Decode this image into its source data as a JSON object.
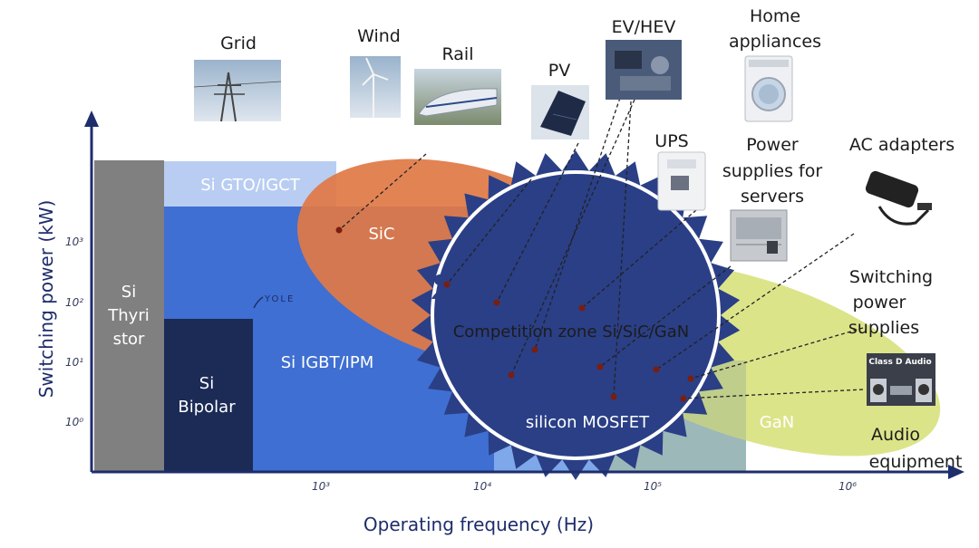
{
  "axes": {
    "x_label": "Operating frequency (Hz)",
    "y_label": "Switching power (kW)",
    "x_ticks": [
      "10³",
      "10⁴",
      "10⁵",
      "10⁶"
    ],
    "y_ticks": [
      "10³",
      "10²",
      "10¹",
      "10⁰"
    ]
  },
  "regions": {
    "thyristor": [
      "Si",
      "Thyri",
      "stor"
    ],
    "gto": "Si GTO/IGCT",
    "bipolar": [
      "Si",
      "Bipolar"
    ],
    "igbt": "Si IGBT/IPM",
    "mosfet": "silicon MOSFET",
    "sic": "SiC",
    "gan": "GaN",
    "competition": "Competition zone Si/SiC/GaN"
  },
  "logo": "YOLE",
  "applications": {
    "grid": "Grid",
    "wind": "Wind",
    "rail": "Rail",
    "pv": "PV",
    "ev": "EV/HEV",
    "home": [
      "Home",
      "appliances"
    ],
    "ups": "UPS",
    "servers": [
      "Power",
      "supplies for",
      "servers"
    ],
    "ac": "AC adapters",
    "smps": [
      "Switching",
      "power",
      "supplies"
    ],
    "audio": [
      "Audio",
      "equipment"
    ]
  },
  "audio_badge": "Class D Audio",
  "colors": {
    "axis": "#1e2d6b",
    "thyristor": "#808080",
    "bipolar": "#1b2b55",
    "igbt": "#3f6fd2",
    "gto": "#b9cdf2",
    "mosfet": "#7ea8ea",
    "sic": "#e07845",
    "gan": "#d7e07a",
    "star": "#2a3f86"
  }
}
